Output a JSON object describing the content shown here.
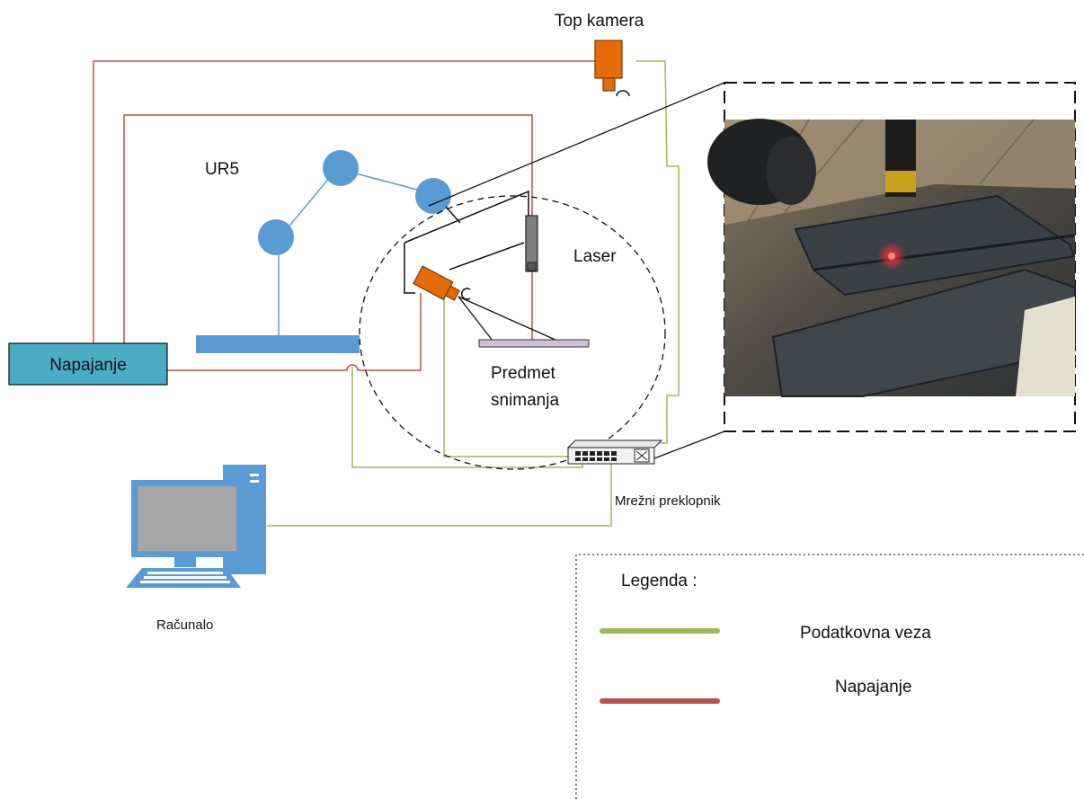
{
  "labels": {
    "top_camera": "Top kamera",
    "robot": "UR5",
    "laser": "Laser",
    "power_supply": "Napajanje",
    "subject_line1": "Predmet",
    "subject_line2": "snimanja",
    "network_switch": "Mrežni preklopnik",
    "computer": "Računalo"
  },
  "legend": {
    "title": "Legenda :",
    "items": [
      {
        "label": "Podatkovna veza",
        "color": "#9bbb59"
      },
      {
        "label": "Napajanje",
        "color": "#c0504d"
      }
    ]
  },
  "colors": {
    "data_link": "#9bbb59",
    "power": "#c0504d",
    "robot": "#5b9bd5",
    "camera": "#e36c09",
    "power_box": "#4bacc6"
  }
}
